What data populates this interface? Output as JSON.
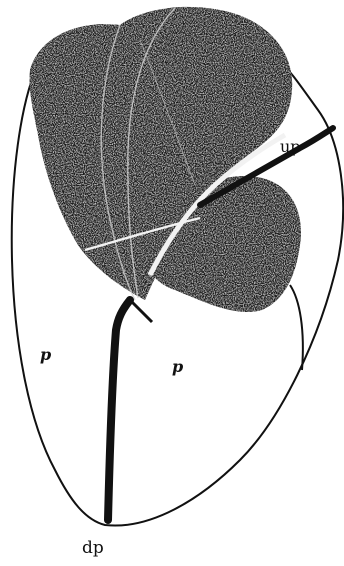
{
  "figure": {
    "labels": {
      "up": "up",
      "p_left": "p",
      "p_right": "p",
      "dp": "dp"
    },
    "colors": {
      "ink": "#111111",
      "paper": "#ffffff",
      "mass": "#1a1a1a",
      "highlight": "#f2f2f2"
    }
  }
}
